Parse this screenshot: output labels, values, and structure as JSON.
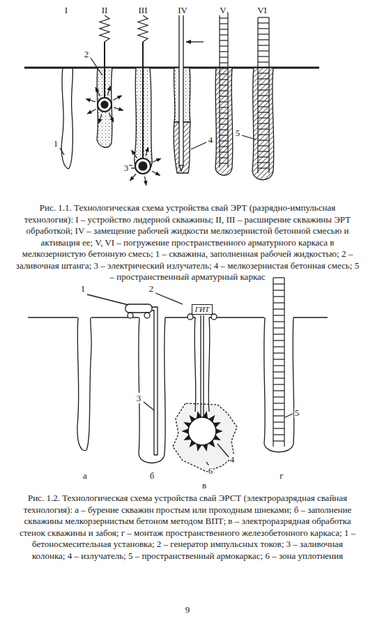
{
  "diagram": {
    "nodes": [
      {
        "text": [
          "ГИТ"
        ]
      }
    ],
    "labels": [
      "I",
      "II",
      "III",
      "IV",
      "V",
      "VI",
      "1",
      "2",
      "3",
      "4",
      "5",
      "Рис. 1.1. Технологическая схема устройства свай ЭРТ (разрядно-импульсная технология): I – устройство лидерной скважины; II, III – расширение скважины ЭРТ обработкой; IV – замещение рабочей жидкости мелкозернистой бетонной смесью и активация ее; V, VI – погружение пространственного арматурного каркаса в мелкозернистую бетонную смесь; 1 – скважина, заполненная рабочей жидкостью; 2 – заливочная штанга; 3 – электрический излучатель; 4 – мелкозернистая бетонная смесь; 5 – пространственный арматурный каркас",
      "1",
      "2",
      "3",
      "4",
      "5",
      "6",
      "а",
      "б",
      "в",
      "г",
      "Рис. 1.2. Технологическая схема устройства свай ЭРСТ (электроразрядная свайная технология): а – бурение скважин простым или проходным шнеками; б – заполнение скважины мелкорзернистым бетоном методом ВПТ; в – электроразрядная обработка стенок скважины и забоя; г – монтаж пространственного железобетонного каркаса; 1 – бетоносмесительная установка; 2 – генератор импульсных токов; 3 – заливочная колонка; 4 – излучатель; 5 – пространственный армокаркас; 6 – зона уплотнения",
      "9"
    ]
  }
}
